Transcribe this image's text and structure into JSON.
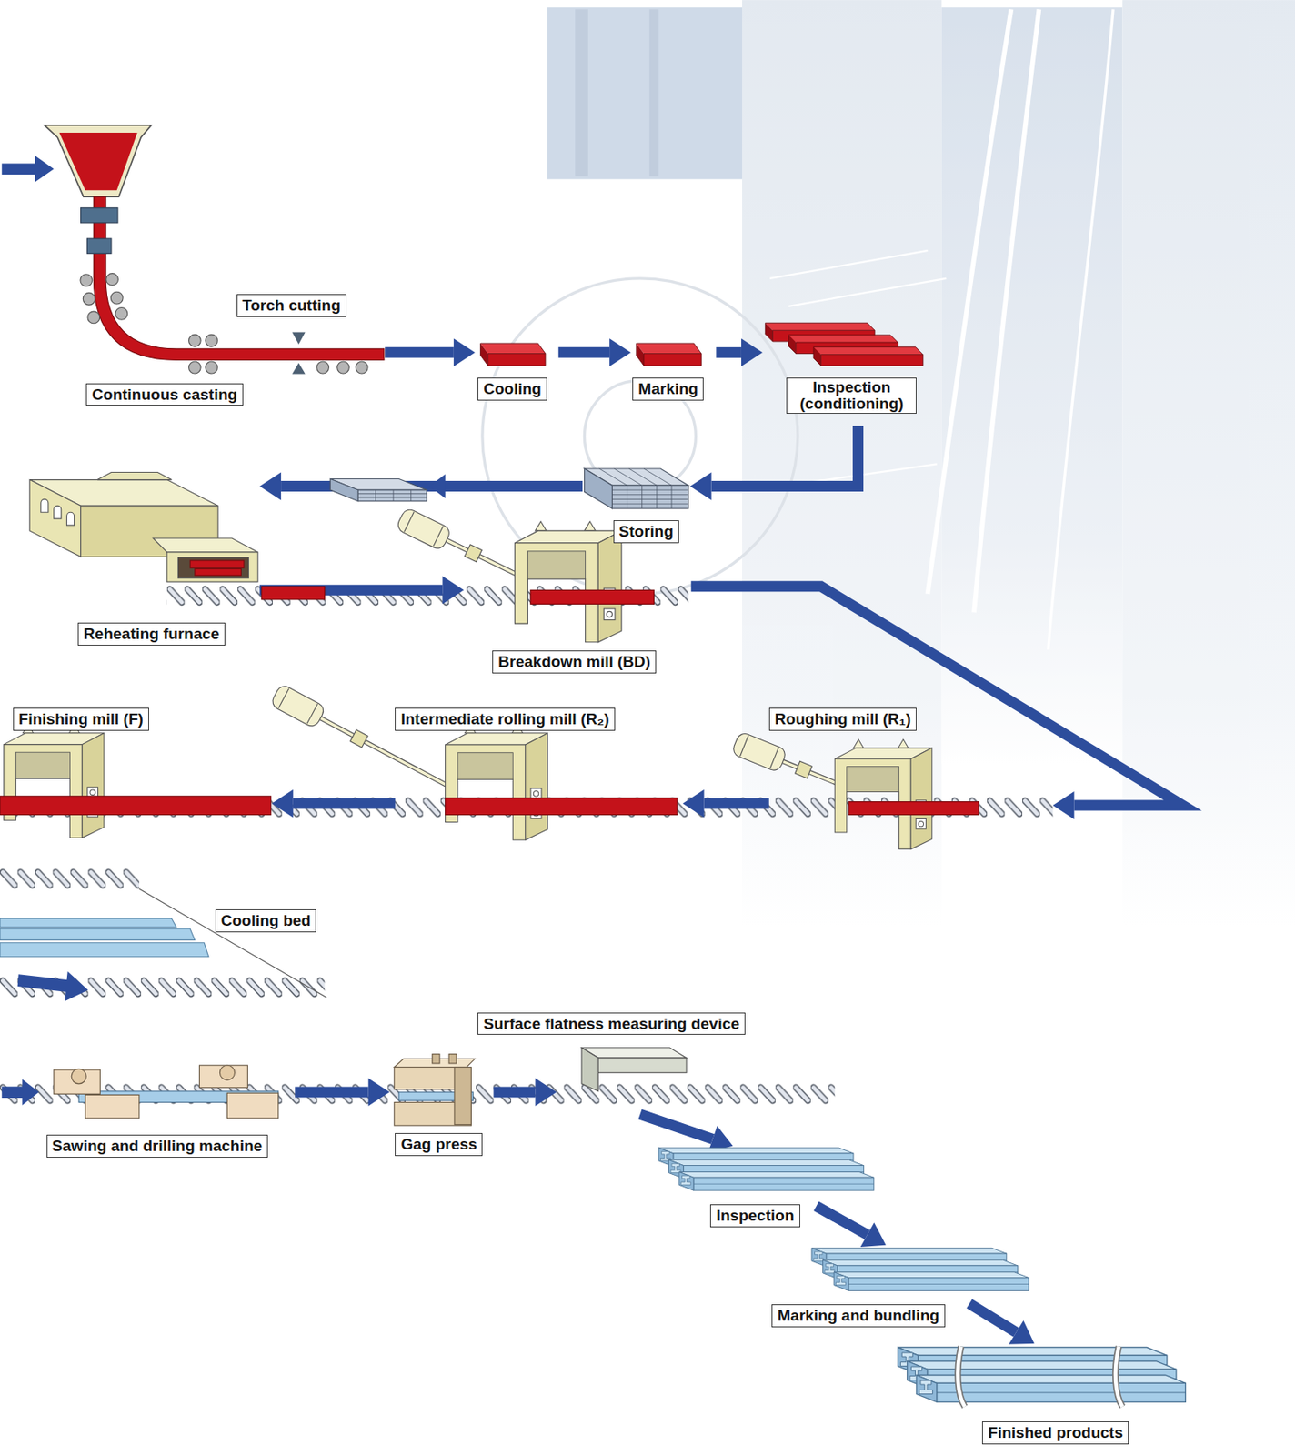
{
  "diagram": {
    "nodes": [
      {
        "text": [
          "Continuous casting"
        ]
      },
      {
        "text": [
          "Cooling"
        ]
      },
      {
        "text": [
          "Marking"
        ]
      },
      {
        "text": [
          "Inspection (conditioning)"
        ]
      },
      {
        "text": [
          "Storing"
        ]
      },
      {
        "text": [
          "Reheating furnace"
        ]
      },
      {
        "text": [
          "Breakdown mill (BD)"
        ]
      },
      {
        "text": [
          "Roughing mill (R₁)"
        ]
      },
      {
        "text": [
          "Intermediate rolling mill (R₂)"
        ]
      },
      {
        "text": [
          "Finishing mill (F)"
        ]
      },
      {
        "text": [
          "Cooling bed"
        ]
      },
      {
        "text": [
          "Sawing and drilling machine"
        ]
      },
      {
        "text": [
          "Gag press"
        ]
      },
      {
        "text": [
          "Surface flatness measuring device"
        ]
      },
      {
        "text": [
          "Inspection"
        ]
      },
      {
        "text": [
          "Marking and bundling"
        ]
      },
      {
        "text": [
          "Finished products"
        ]
      }
    ],
    "edges": [
      {
        "from": 0,
        "to": 1,
        "arrow": "to"
      },
      {
        "from": 1,
        "to": 2,
        "arrow": "to"
      },
      {
        "from": 2,
        "to": 3,
        "arrow": "to"
      },
      {
        "from": 3,
        "to": 4,
        "arrow": "to"
      },
      {
        "from": 4,
        "to": 5,
        "arrow": "to"
      },
      {
        "from": 5,
        "to": 6,
        "arrow": "to"
      },
      {
        "from": 6,
        "to": 7,
        "arrow": "to"
      },
      {
        "from": 7,
        "to": 8,
        "arrow": "to"
      },
      {
        "from": 8,
        "to": 9,
        "arrow": "to"
      },
      {
        "from": 11,
        "to": 12,
        "arrow": "to"
      },
      {
        "from": 12,
        "to": 13,
        "arrow": "to"
      },
      {
        "from": 13,
        "to": 14,
        "arrow": "to"
      },
      {
        "from": 14,
        "to": 15,
        "arrow": "to"
      },
      {
        "from": 15,
        "to": 16,
        "arrow": "to"
      }
    ],
    "labels": [
      "Torch cutting"
    ]
  }
}
